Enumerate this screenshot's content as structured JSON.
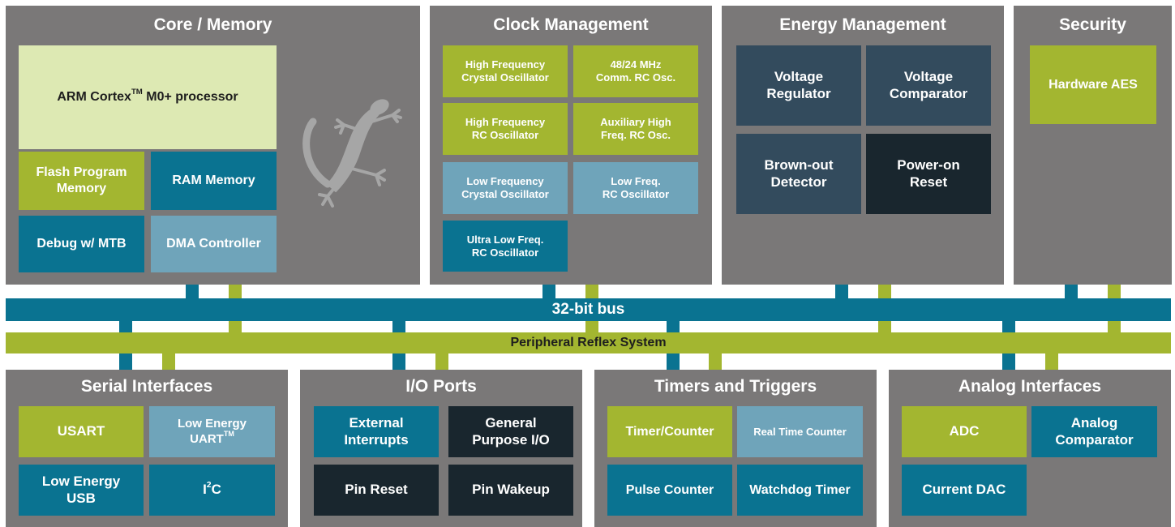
{
  "top_panels": {
    "core": {
      "title": "Core / Memory",
      "arm_prefix": "ARM Cortex",
      "arm_sup": "TM",
      "arm_suffix": " M0+ processor",
      "flash": "Flash Program\nMemory",
      "ram": "RAM Memory",
      "debug": "Debug w/ MTB",
      "dma": "DMA Controller"
    },
    "clock": {
      "title": "Clock Management",
      "hfxo": "High Frequency\nCrystal Oscillator",
      "comm_rc": "48/24 MHz\nComm. RC Osc.",
      "hfrco": "High Frequency\nRC Oscillator",
      "aux_hfrco": "Auxiliary High\nFreq. RC Osc.",
      "lfxo": "Low Frequency\nCrystal Oscillator",
      "lfrco": "Low Freq.\nRC Oscillator",
      "ulfrco": "Ultra Low Freq.\nRC Oscillator"
    },
    "energy": {
      "title": "Energy Management",
      "vreg": "Voltage\nRegulator",
      "vcomp": "Voltage\nComparator",
      "bod": "Brown-out\nDetector",
      "por": "Power-on\nReset"
    },
    "security": {
      "title": "Security",
      "aes": "Hardware AES"
    }
  },
  "buses": {
    "main_bus": "32-bit bus",
    "prs": "Peripheral Reflex System"
  },
  "bottom_panels": {
    "serial": {
      "title": "Serial Interfaces",
      "usart": "USART",
      "leuart_line1": "Low Energy",
      "leuart_line2_prefix": "UART",
      "leuart_sup": "TM",
      "usb": "Low Energy\nUSB",
      "i2c_prefix": "I",
      "i2c_sup": "2",
      "i2c_suffix": "C"
    },
    "io": {
      "title": "I/O Ports",
      "ext_int": "External\nInterrupts",
      "gpio": "General\nPurpose I/O",
      "pin_reset": "Pin Reset",
      "pin_wakeup": "Pin Wakeup"
    },
    "timers": {
      "title": "Timers and Triggers",
      "timer_counter": "Timer/Counter",
      "rtc": "Real Time Counter",
      "pulse_counter": "Pulse Counter",
      "watchdog": "Watchdog Timer"
    },
    "analog": {
      "title": "Analog Interfaces",
      "adc": "ADC",
      "acmp": "Analog\nComparator",
      "idac": "Current DAC"
    }
  },
  "colors": {
    "panel": "#7a7878",
    "green": "#a3b630",
    "light_green": "#dde9b3",
    "teal": "#0a7391",
    "light_blue": "#6fa4ba",
    "slate": "#334b5d",
    "dark": "#19262e"
  },
  "icons": {
    "logo": "gecko-icon"
  }
}
